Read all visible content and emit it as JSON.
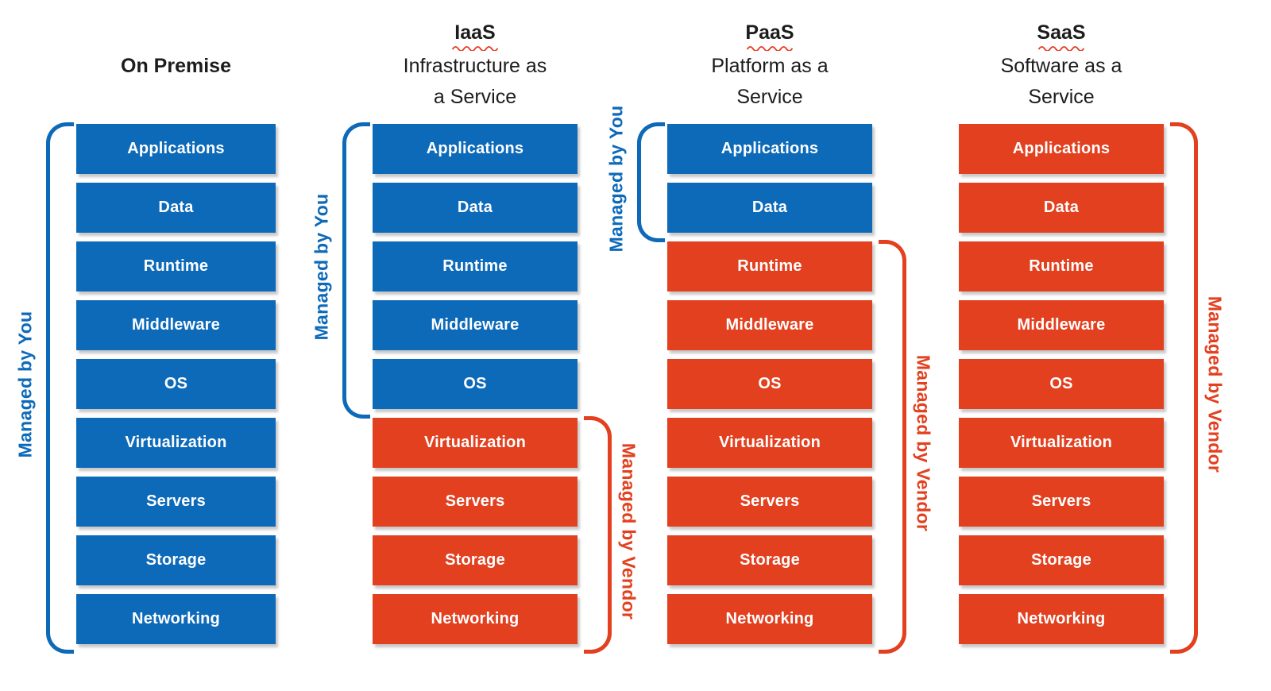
{
  "palette": {
    "managed_by_you_color": "#0D6AB9",
    "managed_by_vendor_color": "#E2401F",
    "squiggle_color": "#E8361C",
    "title_text_color": "#1C1C1C",
    "layer_text_color": "#FFFFFF",
    "background_color": "#FFFFFF"
  },
  "layers": [
    "Applications",
    "Data",
    "Runtime",
    "Middleware",
    "OS",
    "Virtualization",
    "Servers",
    "Storage",
    "Networking"
  ],
  "columns": [
    {
      "id": "on-premise",
      "title": "On Premise",
      "subtitle_lines": [],
      "title_misspelled": false,
      "managed_by_you_layers": 9,
      "brackets": [
        {
          "side": "left",
          "managed_by": "you",
          "label": "Managed by You",
          "from_layer": 0,
          "to_layer": 8
        }
      ]
    },
    {
      "id": "iaas",
      "title": "IaaS",
      "subtitle_lines": [
        "Infrastructure as",
        "a Service"
      ],
      "title_misspelled": true,
      "managed_by_you_layers": 5,
      "brackets": [
        {
          "side": "left",
          "managed_by": "you",
          "label": "Managed by You",
          "from_layer": 0,
          "to_layer": 4
        },
        {
          "side": "right",
          "managed_by": "vendor",
          "label": "Managed by Vendor",
          "from_layer": 5,
          "to_layer": 8
        }
      ]
    },
    {
      "id": "paas",
      "title": "PaaS",
      "subtitle_lines": [
        "Platform as a",
        "Service"
      ],
      "title_misspelled": true,
      "managed_by_you_layers": 2,
      "brackets": [
        {
          "side": "left",
          "managed_by": "you",
          "label": "Managed by You",
          "from_layer": 0,
          "to_layer": 1
        },
        {
          "side": "right",
          "managed_by": "vendor",
          "label": "Managed by Vendor",
          "from_layer": 2,
          "to_layer": 8
        }
      ]
    },
    {
      "id": "saas",
      "title": "SaaS",
      "subtitle_lines": [
        "Software as a",
        "Service"
      ],
      "title_misspelled": true,
      "managed_by_you_layers": 0,
      "brackets": [
        {
          "side": "right",
          "managed_by": "vendor",
          "label": "Managed by Vendor",
          "from_layer": 0,
          "to_layer": 8
        }
      ]
    }
  ]
}
